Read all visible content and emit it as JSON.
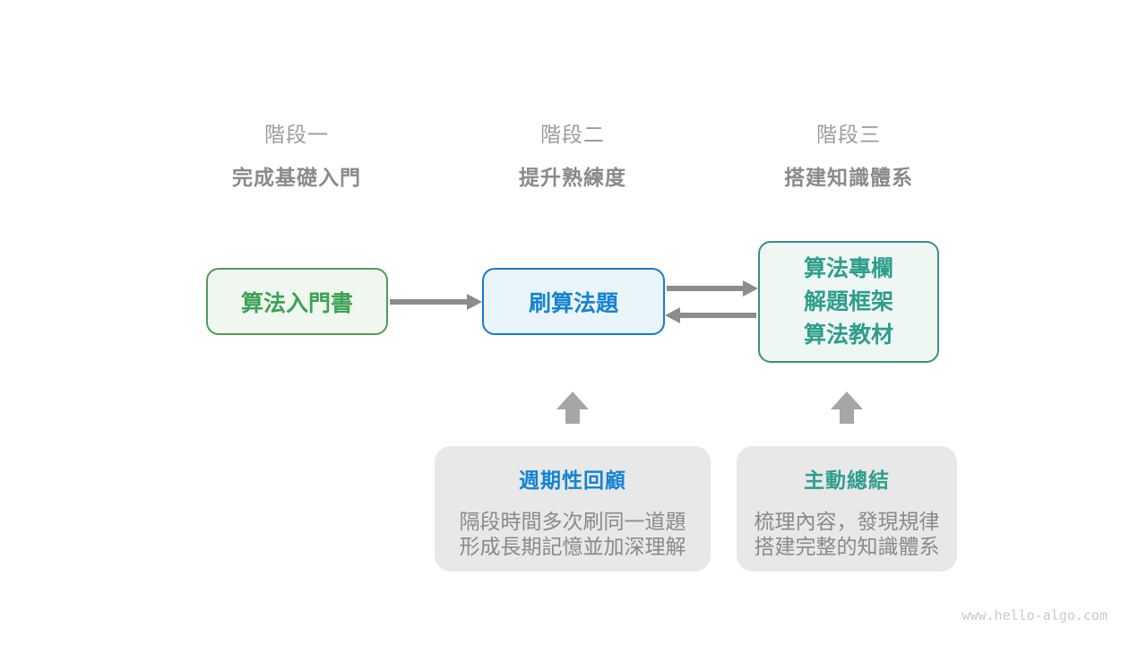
{
  "stages": [
    {
      "label": "階段一",
      "subtitle": "完成基礎入門"
    },
    {
      "label": "階段二",
      "subtitle": "提升熟練度"
    },
    {
      "label": "階段三",
      "subtitle": "搭建知識體系"
    }
  ],
  "nodes": [
    {
      "label": "算法入門書",
      "text_color": "#3DA355",
      "border_color": "#509B57",
      "fill_color": "#F0F7F0"
    },
    {
      "label": "刷算法題",
      "text_color": "#1584D3",
      "border_color": "#187BC9",
      "fill_color": "#EAF4FB"
    },
    {
      "lines": [
        "算法專欄",
        "解題框架",
        "算法教材"
      ],
      "text_color": "#2F9E8D",
      "border_color": "#3A8F85",
      "fill_color": "#EFF7F4"
    }
  ],
  "callouts": [
    {
      "title": "週期性回顧",
      "title_color": "#1584D3",
      "lines": [
        "隔段時間多次刷同一道題",
        "形成長期記憶並加深理解"
      ]
    },
    {
      "title": "主動總結",
      "title_color": "#2F9E8D",
      "lines": [
        "梳理內容，發現規律",
        "搭建完整的知識體系"
      ]
    }
  ],
  "watermark": "www.hello-algo.com",
  "colors": {
    "background": "#FFFFFF",
    "stage_label_gray": "#9B9B9B",
    "stage_subtitle_gray": "#8A8A8A",
    "horizontal_arrow_gray": "#8C8C8C",
    "up_arrow_gray": "#A6A6A6",
    "callout_background": "#E8E8E8",
    "callout_text_gray": "#8A8A8A",
    "watermark_gray": "#C9C9C9"
  }
}
